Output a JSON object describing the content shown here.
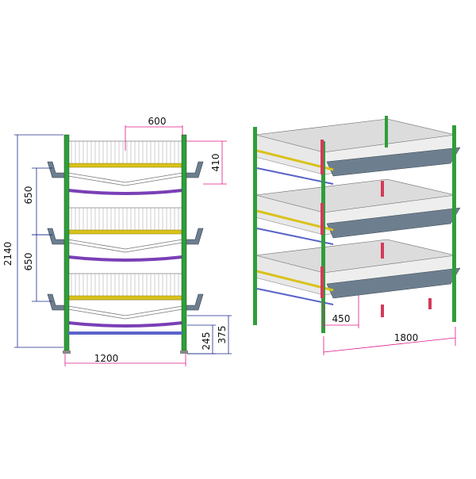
{
  "dimensions": {
    "total_height": "2140",
    "tier_spacing_upper": "650",
    "tier_spacing_lower": "650",
    "top_width": "600",
    "trough_height": "410",
    "front_width": "1200",
    "floor_clearance_1": "245",
    "floor_clearance_2": "375",
    "depth_step": "450",
    "cage_length": "1800"
  },
  "colors": {
    "frame": "#2f9e3a",
    "trough": "#6d7f8f",
    "feeder_bar": "#d9c21a",
    "manure_belt": "#7a3fb5",
    "tray": "#5a63c9",
    "bracket": "#d43a5a",
    "dim_blue": "#1e2a8a",
    "dim_magenta": "#e0188a"
  }
}
